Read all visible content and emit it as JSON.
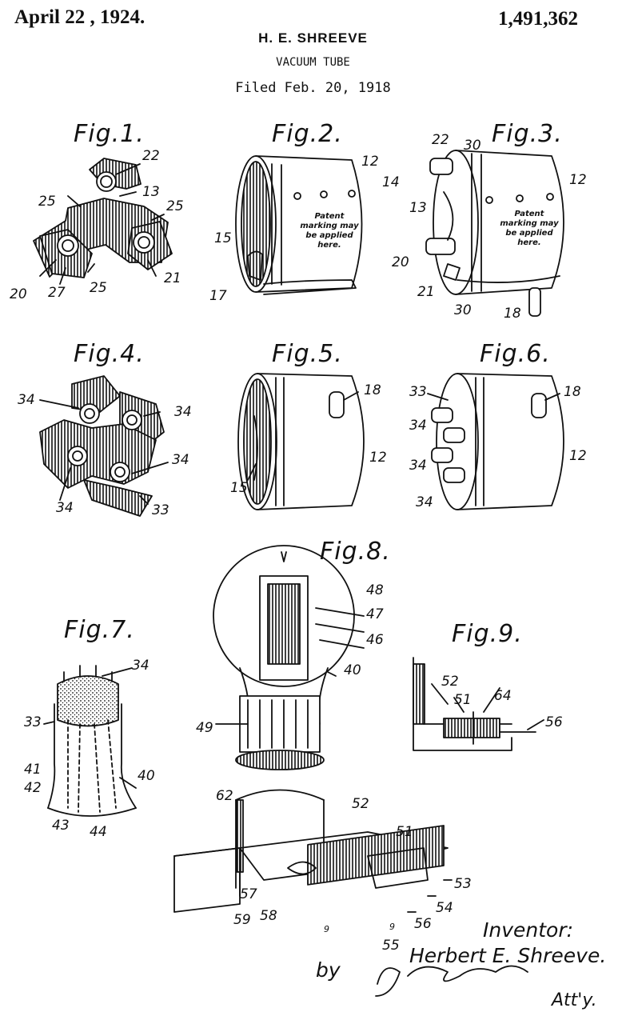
{
  "header": {
    "date": "April 22 , 1924.",
    "patent_number": "1,491,362",
    "inventor_name": "H. E. SHREEVE",
    "title": "VACUUM TUBE",
    "filed": "Filed Feb. 20, 1918"
  },
  "figures": {
    "fig1": {
      "label": "Fig.1.",
      "refs": [
        "22",
        "13",
        "25",
        "25",
        "25",
        "20",
        "27",
        "21"
      ]
    },
    "fig2": {
      "label": "Fig.2.",
      "refs": [
        "12",
        "14",
        "15",
        "17"
      ],
      "note": "Patent marking may be applied here."
    },
    "fig3": {
      "label": "Fig.3.",
      "refs": [
        "22",
        "30",
        "12",
        "13",
        "20",
        "21",
        "30",
        "18"
      ],
      "note": "Patent marking may be applied here."
    },
    "fig4": {
      "label": "Fig.4.",
      "refs": [
        "34",
        "34",
        "34",
        "34",
        "33"
      ]
    },
    "fig5": {
      "label": "Fig.5.",
      "refs": [
        "18",
        "15",
        "12"
      ]
    },
    "fig6": {
      "label": "Fig.6.",
      "refs": [
        "33",
        "18",
        "34",
        "34",
        "12",
        "34"
      ]
    },
    "fig7": {
      "label": "Fig.7.",
      "refs": [
        "34",
        "33",
        "41",
        "42",
        "40",
        "43",
        "44"
      ]
    },
    "fig8": {
      "label": "Fig.8.",
      "refs": [
        "48",
        "47",
        "46",
        "40",
        "49",
        "62",
        "52",
        "51",
        "57",
        "59",
        "58",
        "53",
        "54",
        "56",
        "55",
        "9",
        "9"
      ]
    },
    "fig9": {
      "label": "Fig.9.",
      "refs": [
        "52",
        "51",
        "64",
        "56"
      ]
    }
  },
  "signature": {
    "inventor_label": "Inventor:",
    "inventor": "Herbert E. Shreeve.",
    "by": "by",
    "attorney_signature": "J. E. Roberts",
    "attorney_abbr": "Att'y."
  }
}
